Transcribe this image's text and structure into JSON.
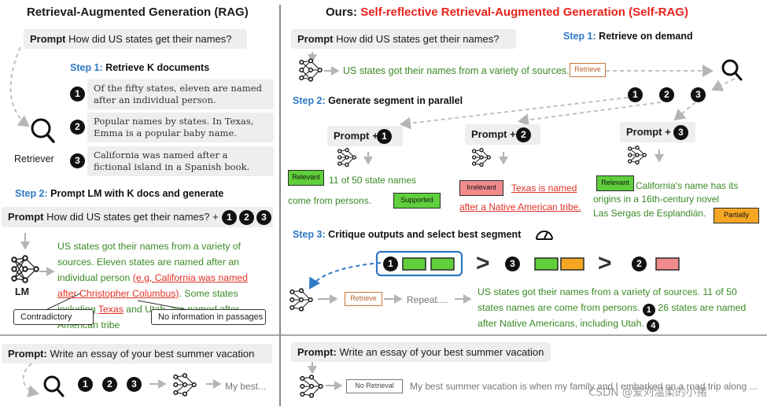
{
  "left": {
    "title": "Retrieval-Augmented Generation (RAG)",
    "prompt_label": "Prompt",
    "prompt_text": "How did US states get their names?",
    "step1_num": "Step 1:",
    "step1_text": "Retrieve K documents",
    "docs": [
      {
        "n": "1",
        "text": "Of the fifty states, eleven are named after an individual person."
      },
      {
        "n": "2",
        "text": "Popular names by states. In Texas, Emma is a popular baby name."
      },
      {
        "n": "3",
        "text": "California was named after a fictional island in a Spanish book."
      }
    ],
    "retriever_label": "Retriever",
    "step2_num": "Step 2:",
    "step2_text": "Prompt LM with K docs and generate",
    "prompt2_text": "How did US states get their names? +",
    "lm_label": "LM",
    "output_line1": "US states got their names from a variety of",
    "output_line2": "sources. Eleven states are named after an",
    "output_line3_a": "individual person ",
    "output_line3_b": "(e.g, California was named",
    "output_line4_a": "after Christopher Columbus)",
    "output_line4_b": ". Some states",
    "output_line5_a": "including ",
    "output_line5_b": "Texas",
    "output_line5_c": " and Utah, are named after",
    "output_line6": "American tribe",
    "callout_contradictory": "Contradictory",
    "callout_noinfo": "No information in passages",
    "bottom_prompt_label": "Prompt:",
    "bottom_prompt_text": "Write an essay of your best summer vacation",
    "bottom_output": "My best..."
  },
  "right": {
    "title_prefix": "Ours: ",
    "title_main": "Self-reflective Retrieval-Augmented Generation (",
    "title_abbr": "Self-RAG",
    "title_close": ")",
    "prompt_label": "Prompt",
    "prompt_text": "How did US states get their names?",
    "step1_num": "Step 1:",
    "step1_text": "Retrieve on demand",
    "gen_text": "US states got their names from a variety of sources.",
    "retrieve_tag": "Retrieve",
    "step2_num": "Step 2:",
    "step2_text": "Generate segment in parallel",
    "prompt_plus": "Prompt +",
    "seg1_tag": "Relevant",
    "seg1_text_a": "11 of 50 state names",
    "seg1_text_b": "come from persons.",
    "seg1_support": "Supported",
    "seg2_tag": "Irrelevant",
    "seg2_text_a": "Texas is named",
    "seg2_text_b": "after a Native American tribe.",
    "seg3_tag": "Relevant",
    "seg3_text_a": "California's name has its",
    "seg3_text_b": "origins in a 16th-century novel",
    "seg3_text_c": "Las Sergas de Esplandián.",
    "seg3_support": "Partially",
    "step3_num": "Step 3:",
    "step3_text": "Critique outputs and select best segment",
    "repeat_text": "Repeat....",
    "final_line1": "US states got their names from a variety of sources. 11 of 50",
    "final_line2": "states names are come from persons.",
    "final_line2b": "26 states are named",
    "final_line3": "after Native Americans, including Utah.",
    "bottom_prompt_label": "Prompt:",
    "bottom_prompt_text": "Write an essay of your best summer vacation",
    "no_retrieval_tag": "No Retrieval",
    "bottom_output": "My best summer vacation is when my family and I embarked on a road trip along ...",
    "watermark": "CSDN @爱刘温柔的小猪"
  },
  "numbers": {
    "one": "1",
    "two": "2",
    "three": "3",
    "four": "4"
  },
  "colors": {
    "accent_red": "#e8231b",
    "step_blue": "#2f78c4",
    "text_green": "#3a8a24",
    "tag_green": "#5fcf3c",
    "tag_red": "#f28b8b",
    "tag_orange": "#f5a623"
  }
}
